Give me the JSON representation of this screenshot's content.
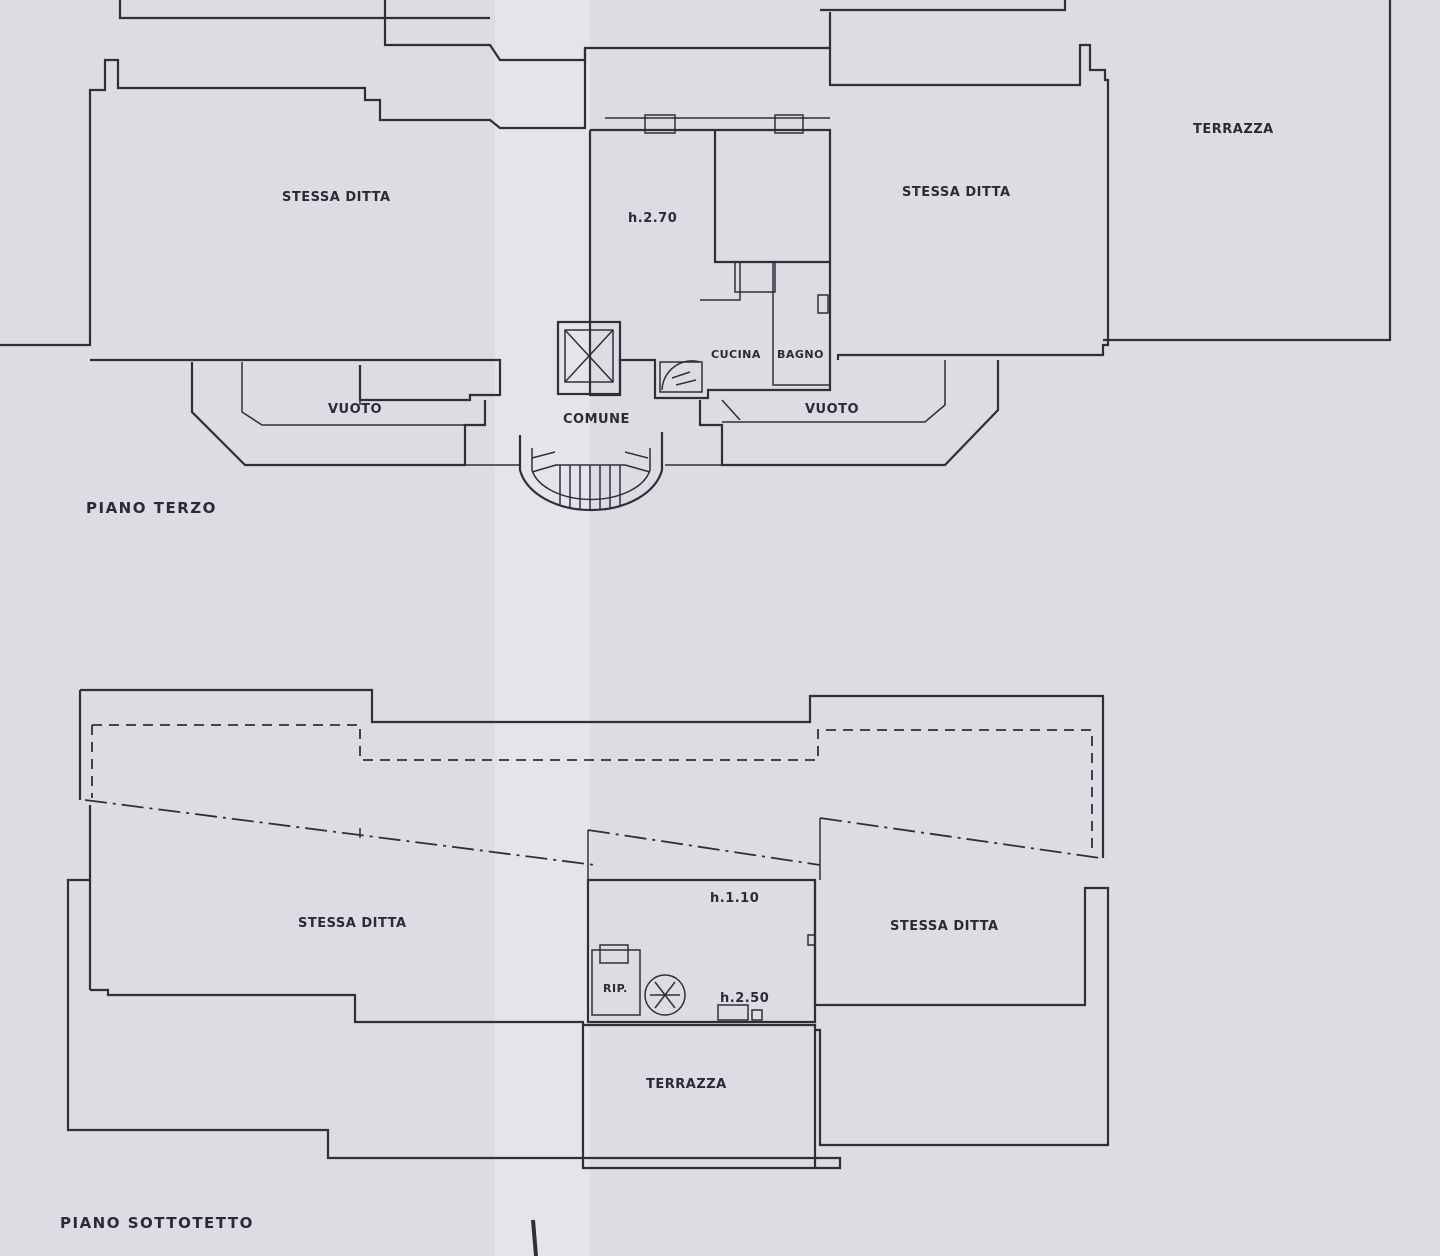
{
  "plans": {
    "terzo": {
      "title": "PIANO TERZO",
      "rooms": {
        "left_unit": "STESSA DITTA",
        "right_unit": "STESSA DITTA",
        "terrace": "TERRAZZA",
        "height": "h.2.70",
        "kitchen": "CUCINA",
        "bathroom": "BAGNO",
        "common": "COMUNE",
        "void_left": "VUOTO",
        "void_right": "VUOTO"
      }
    },
    "sottotetto": {
      "title": "PIANO SOTTOTETTO",
      "rooms": {
        "left_unit": "STESSA DITTA",
        "right_unit": "STESSA DITTA",
        "terrace": "TERRAZZA",
        "storage": "RIP.",
        "height_min": "h.1.10",
        "height_max": "h.2.50"
      }
    }
  },
  "colors": {
    "paper": "#dcdde3",
    "fold_shadow": "#e8e8ec",
    "ink": "#2f2f36"
  }
}
